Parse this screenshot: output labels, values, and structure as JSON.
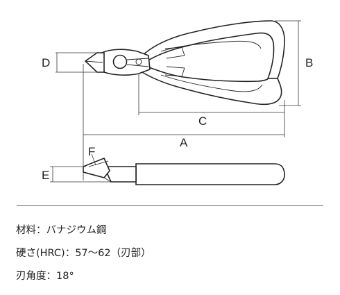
{
  "dimension_labels": {
    "a": "A",
    "b": "B",
    "c": "C",
    "d": "D",
    "e": "E",
    "f": "F"
  },
  "specs": [
    "材料：バナジウム鋼",
    "硬さ(HRC)：57〜62（刃部）",
    "刃角度：18°"
  ]
}
